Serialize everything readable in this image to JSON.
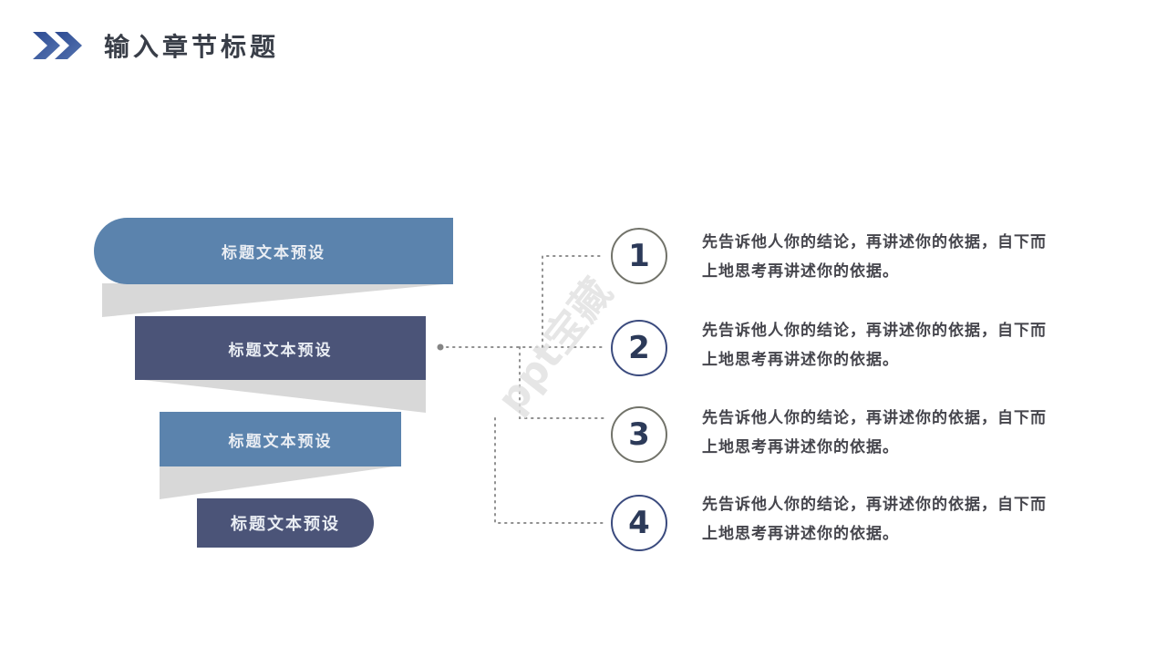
{
  "header": {
    "title": "输入章节标题"
  },
  "watermark": "ppt宝藏",
  "banners": [
    {
      "label": "标题文本预设",
      "color": "#5b83ad",
      "shape": "rounded-left"
    },
    {
      "label": "标题文本预设",
      "color": "#4b5478",
      "shape": "rectangle"
    },
    {
      "label": "标题文本预设",
      "color": "#5b83ad",
      "shape": "rectangle"
    },
    {
      "label": "标题文本预设",
      "color": "#4b5478",
      "shape": "rounded-right"
    }
  ],
  "steps": [
    {
      "number": "1",
      "text": "先告诉他人你的结论，再讲述你的依据，自下而\n上地思考再讲述你的依据。"
    },
    {
      "number": "2",
      "text": "先告诉他人你的结论，再讲述你的依据，自下而\n上地思考再讲述你的依据。"
    },
    {
      "number": "3",
      "text": "先告诉他人你的结论，再讲述你的依据，自下而\n上地思考再讲述你的依据。"
    },
    {
      "number": "4",
      "text": "先告诉他人你的结论，再讲述你的依据，自下而\n上地思考再讲述你的依据。"
    }
  ],
  "colors": {
    "accent_blue": "#5b83ad",
    "accent_navy": "#4b5478",
    "fold_gray": "#d8d8d8",
    "circle_border_gray": "#72736a",
    "circle_border_navy": "#3b4b7e",
    "connector_gray": "#8f8f8f",
    "title_text": "#393e48",
    "body_text": "#45454c"
  }
}
